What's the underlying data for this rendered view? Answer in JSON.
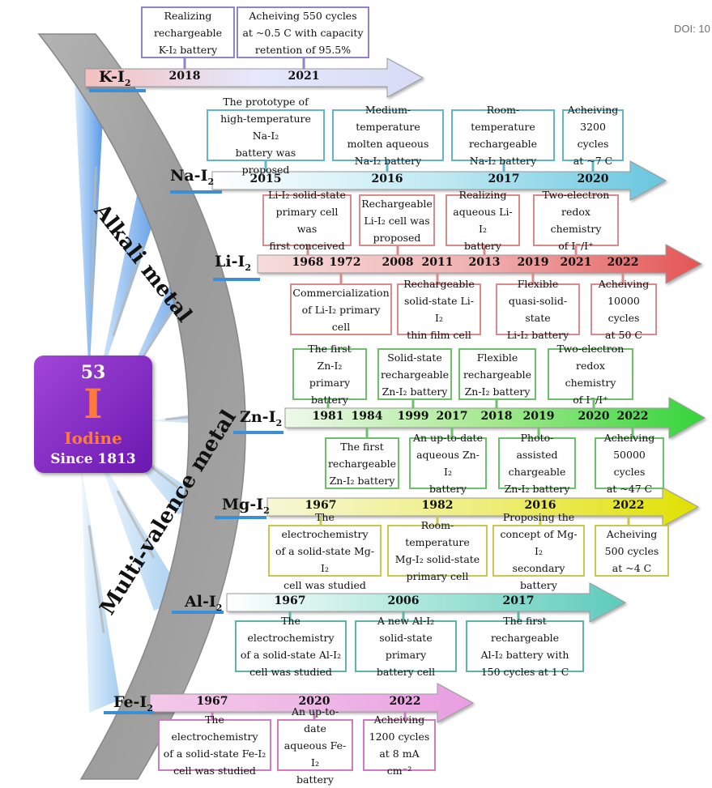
{
  "doi": "DOI: 10",
  "element": {
    "number": "53",
    "symbol": "I",
    "name": "Iodine",
    "since": "Since 1813"
  },
  "categories": {
    "alkali": "Alkali metal",
    "multivalence": "Multi-valence metal"
  },
  "rows": [
    {
      "id": "k",
      "name": "K-I",
      "sub": "2",
      "arrow_colors": [
        "#f3c0c0",
        "#e6e8fb",
        "#d7dbf6"
      ],
      "years": [
        "2018",
        "2021"
      ],
      "top": [
        "Realizing\nrechargeable\nK-I₂ battery",
        "Acheiving 550 cycles\nat ~0.5 C with capacity\nretention of 95.5%"
      ],
      "bottom": []
    },
    {
      "id": "na",
      "name": "Na-I",
      "sub": "2",
      "arrow_colors": [
        "#ffffff",
        "#bfe9f3",
        "#67c6de"
      ],
      "years": [
        "2015",
        "2016",
        "2017",
        "2020"
      ],
      "top": [
        "The prototype of\nhigh-temperature Na-I₂\nbattery was proposed",
        "Medium-temperature\nmolten aqueous\nNa-I₂ battery",
        "Room-temperature\nrechargeable\nNa-I₂ battery",
        "Acheiving\n3200 cycles\nat ~7 C"
      ],
      "bottom": []
    },
    {
      "id": "li",
      "name": "Li-I",
      "sub": "2",
      "arrow_colors": [
        "#f6dcdc",
        "#efb0b0",
        "#e45454"
      ],
      "years": [
        "1968",
        "1972",
        "2008",
        "2011",
        "2013",
        "2019",
        "2021",
        "2022"
      ],
      "top": [
        "Li-I₂ solid-state\nprimary cell was\nfirst conceived",
        "Rechargeable\nLi-I₂ cell was\nproposed",
        "Realizing\naqueous Li-I₂\nbattery",
        "Two-electron\nredox chemistry\nof I⁻/I⁺"
      ],
      "bottom": [
        "Commercialization\nof Li-I₂ primary\ncell",
        "Rechargeable\nsolid-state Li-I₂\nthin film cell",
        "Flexible\nquasi-solid-state\nLi-I₂ battery",
        "Acheiving\n10000 cycles\nat 50 C"
      ]
    },
    {
      "id": "zn",
      "name": "Zn-I",
      "sub": "2",
      "arrow_colors": [
        "#eef9ea",
        "#a4e88e",
        "#33d43a"
      ],
      "years": [
        "1981",
        "1984",
        "1999",
        "2017",
        "2018",
        "2019",
        "2020",
        "2022"
      ],
      "top": [
        "The first\nZn-I₂ primary\nbattery",
        "Solid-state\nrechargeable\nZn-I₂ battery",
        "Flexible\nrechargeable\nZn-I₂ battery",
        "Two-electron\nredox chemistry\nof I⁻/I⁺"
      ],
      "bottom": [
        "The first\nrechargeable\nZn-I₂ battery",
        "An up-to-date\naqueous Zn-I₂\nbattery",
        "Photo-assisted\nchargeable\nZn-I₂ battery",
        "Acheiving\n50000 cycles\nat ~47 C"
      ]
    },
    {
      "id": "mg",
      "name": "Mg-I",
      "sub": "2",
      "arrow_colors": [
        "#f7f7d6",
        "#eeee7c",
        "#e0e000"
      ],
      "years": [
        "1967",
        "1982",
        "2016",
        "2022"
      ],
      "top": [],
      "bottom": [
        "The electrochemistry\nof a solid-state Mg-I₂\ncell was studied",
        "Room-temperature\nMg-I₂ solid-state\nprimary cell",
        "Proposing the\nconcept of Mg-I₂\nsecondary battery",
        "Acheiving\n500 cycles\nat ~4 C"
      ]
    },
    {
      "id": "al",
      "name": "Al-I",
      "sub": "2",
      "arrow_colors": [
        "#ffffff",
        "#a9e6da",
        "#5dcbbc"
      ],
      "years": [
        "1967",
        "2006",
        "2017"
      ],
      "top": [],
      "bottom": [
        "The electrochemistry\nof a solid-state Al-I₂\ncell was studied",
        "A new Al-I₂\nsolid-state primary\nbattery cell",
        "The first rechargeable\nAl-I₂ battery with\n150 cycles at 1 C"
      ]
    },
    {
      "id": "fe",
      "name": "Fe-I",
      "sub": "2",
      "arrow_colors": [
        "#f3c8e8",
        "#eeb8e6",
        "#e89ee0"
      ],
      "years": [
        "1967",
        "2020",
        "2022"
      ],
      "top": [],
      "bottom": [
        "The electrochemistry\nof a solid-state Fe-I₂\ncell was studied",
        "An up-to-date\naqueous Fe-I₂\nbattery",
        "Acheiving\n1200 cycles\nat 8 mA cm⁻²"
      ]
    }
  ]
}
